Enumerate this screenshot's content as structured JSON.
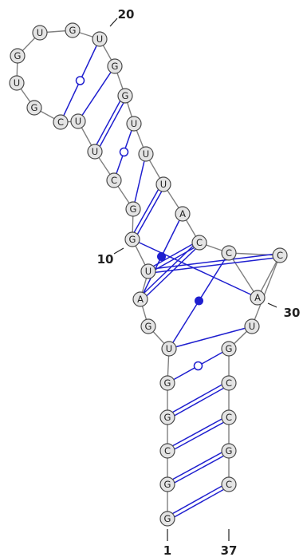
{
  "colors": {
    "pair_line": "#1f1fcf",
    "backbone": "#808080",
    "nucleotide_fill": "#e4e4e4",
    "nucleotide_stroke": "#4a4a4a",
    "label_text": "#222222"
  },
  "sequence": [
    "G",
    "G",
    "C",
    "G",
    "G",
    "U",
    "G",
    "A",
    "U",
    "G",
    "G",
    "C",
    "U",
    "U",
    "C",
    "G",
    "U",
    "G",
    "U",
    "G",
    "U",
    "G",
    "G",
    "U",
    "U",
    "U",
    "A",
    "C",
    "C",
    "A",
    "C",
    "U",
    "G",
    "C",
    "C",
    "G",
    "C"
  ],
  "position_labels": [
    {
      "nt": 1,
      "text": "1"
    },
    {
      "nt": 10,
      "text": "10"
    },
    {
      "nt": 20,
      "text": "20"
    },
    {
      "nt": 30,
      "text": "30"
    },
    {
      "nt": 37,
      "text": "37"
    }
  ],
  "pairs": [
    {
      "i": 1,
      "j": 37,
      "kind": "wc"
    },
    {
      "i": 2,
      "j": 36,
      "kind": "wc"
    },
    {
      "i": 3,
      "j": 35,
      "kind": "wc"
    },
    {
      "i": 4,
      "j": 34,
      "kind": "wc"
    },
    {
      "i": 5,
      "j": 33,
      "kind": "gu"
    },
    {
      "i": 6,
      "j": 32,
      "kind": "single"
    },
    {
      "i": 6,
      "j": 29,
      "kind": "noncanonical"
    },
    {
      "i": 9,
      "j": 31,
      "kind": "wc"
    },
    {
      "i": 8,
      "j": 28,
      "kind": "wc"
    },
    {
      "i": 9,
      "j": 28,
      "kind": "wc"
    },
    {
      "i": 10,
      "j": 30,
      "kind": "single"
    },
    {
      "i": 8,
      "j": 27,
      "kind": "noncanonical"
    },
    {
      "i": 10,
      "j": 26,
      "kind": "wc"
    },
    {
      "i": 11,
      "j": 25,
      "kind": "single"
    },
    {
      "i": 12,
      "j": 24,
      "kind": "gu"
    },
    {
      "i": 13,
      "j": 23,
      "kind": "wc"
    },
    {
      "i": 14,
      "j": 22,
      "kind": "single"
    },
    {
      "i": 15,
      "j": 21,
      "kind": "gu"
    }
  ]
}
